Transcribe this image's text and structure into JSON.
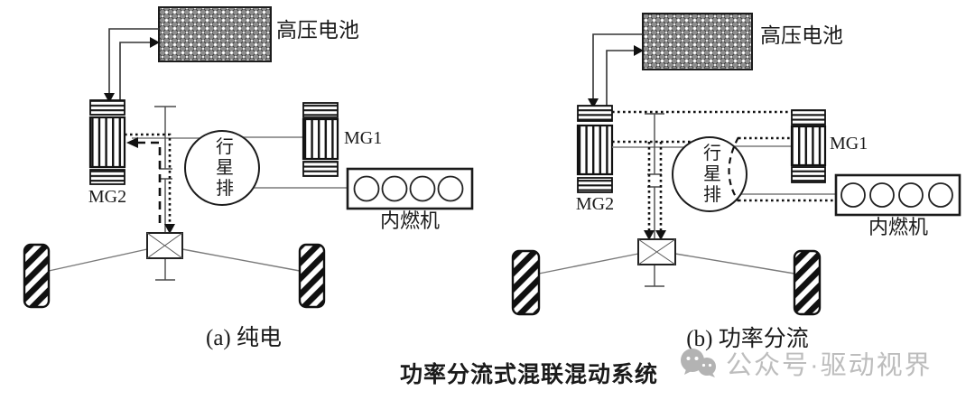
{
  "title": "功率分流式混联混动系统",
  "watermark": {
    "label": "公众号·驱动视界",
    "icon": "wechat-icon",
    "color": "#bdbdbd"
  },
  "diagram_a": {
    "caption": "(a) 纯电",
    "battery_label": "高压电池",
    "mg2_label": "MG2",
    "mg1_label": "MG1",
    "planetary_label": "行星排",
    "engine_label": "内燃机"
  },
  "diagram_b": {
    "caption": "(b) 功率分流",
    "battery_label": "高压电池",
    "mg2_label": "MG2",
    "mg1_label": "MG1",
    "planetary_label": "行星排",
    "engine_label": "内燃机"
  },
  "colors": {
    "flow_line": "#111111",
    "mech_line": "#7a7a7a",
    "shaft_line": "#4a4a4a",
    "battery_mesh": "#8f8f8f",
    "watermark_gray": "#bdbdbd"
  }
}
